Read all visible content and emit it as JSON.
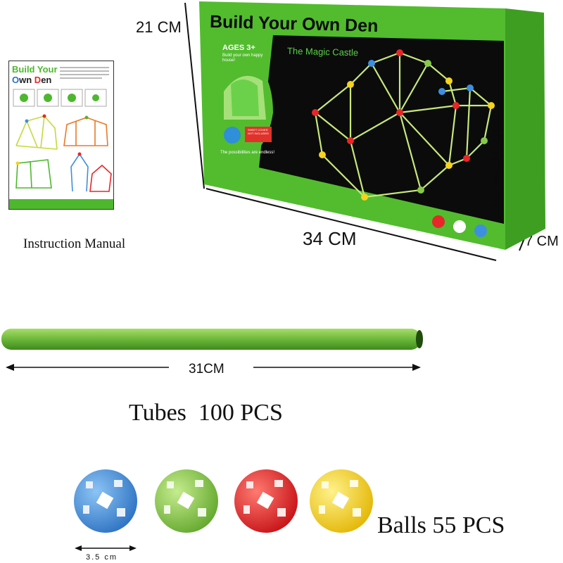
{
  "box": {
    "title": "Build Your Own Den",
    "subtitle": "The Magic Castle",
    "ages": "AGES 3+",
    "tagline": "Build your own happy house!",
    "side_title": "Build Your Own Den",
    "tab_text": "The possibilities are endless!",
    "badge_text": "SHEET COVER NOT INCLUDED",
    "box_color": "#4db82e",
    "panel_color": "#0b0b0b"
  },
  "dimensions": {
    "height": "21 CM",
    "width": "34 CM",
    "depth": "7 CM"
  },
  "manual": {
    "title_line1": "Build Your",
    "title_line2_o": "O",
    "title_line2_wn": "wn ",
    "title_line2_d": "D",
    "title_line2_en": "en",
    "caption": "Instruction Manual"
  },
  "tube": {
    "length": "31CM",
    "caption": "Tubes  100 PCS",
    "color": "#7cc242"
  },
  "balls": {
    "colors": [
      "#3d8fe0",
      "#86c94a",
      "#e8262a",
      "#f5d31e"
    ],
    "diameter": "3.5 cm",
    "caption": "Balls 55 PCS"
  }
}
